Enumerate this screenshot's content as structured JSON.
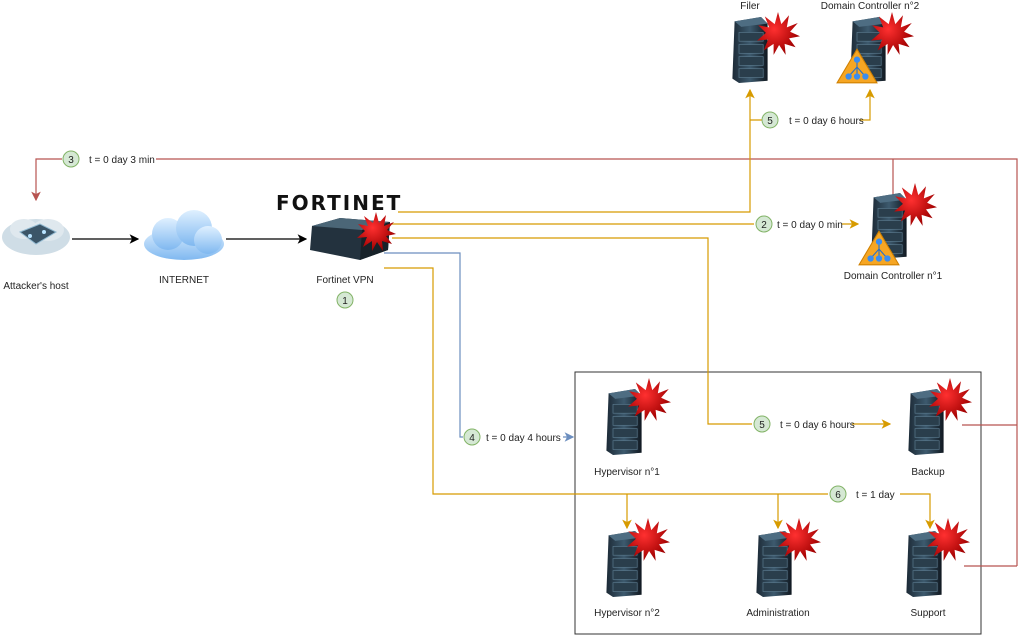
{
  "colors": {
    "orange": "#d79b00",
    "blue": "#6c8ebf",
    "red": "#b85450",
    "black": "#000000",
    "badge_fill": "#d5e8d4",
    "badge_stroke": "#82b366",
    "fortinet_red": "#e3242b"
  },
  "logo": {
    "text": "FORTINET"
  },
  "nodes": {
    "attacker": {
      "label": "Attacker's host",
      "icon": "cloud-host-icon"
    },
    "internet": {
      "label": "INTERNET",
      "icon": "cloud-icon"
    },
    "fortinet": {
      "label": "Fortinet VPN",
      "icon": "appliance-icon",
      "step": "1"
    },
    "filer": {
      "label": "Filer",
      "icon": "server-icon"
    },
    "dc2": {
      "label": "Domain Controller n°2",
      "icon": "server-icon"
    },
    "dc1": {
      "label": "Domain Controller n°1",
      "icon": "server-icon"
    },
    "hyp1": {
      "label": "Hypervisor n°1",
      "icon": "server-icon"
    },
    "backup": {
      "label": "Backup",
      "icon": "server-icon"
    },
    "hyp2": {
      "label": "Hypervisor n°2",
      "icon": "server-icon"
    },
    "admin": {
      "label": "Administration",
      "icon": "server-icon"
    },
    "support": {
      "label": "Support",
      "icon": "server-icon"
    }
  },
  "steps": [
    {
      "num": "2",
      "text": "t = 0 day 0 min"
    },
    {
      "num": "3",
      "text": "t = 0 day 3 min"
    },
    {
      "num": "4",
      "text": "t = 0 day 4 hours"
    },
    {
      "num": "5",
      "text": "t = 0 day 6 hours"
    },
    {
      "num": "5",
      "text": "t = 0 day 6 hours"
    },
    {
      "num": "6",
      "text": "t = 1 day"
    }
  ]
}
